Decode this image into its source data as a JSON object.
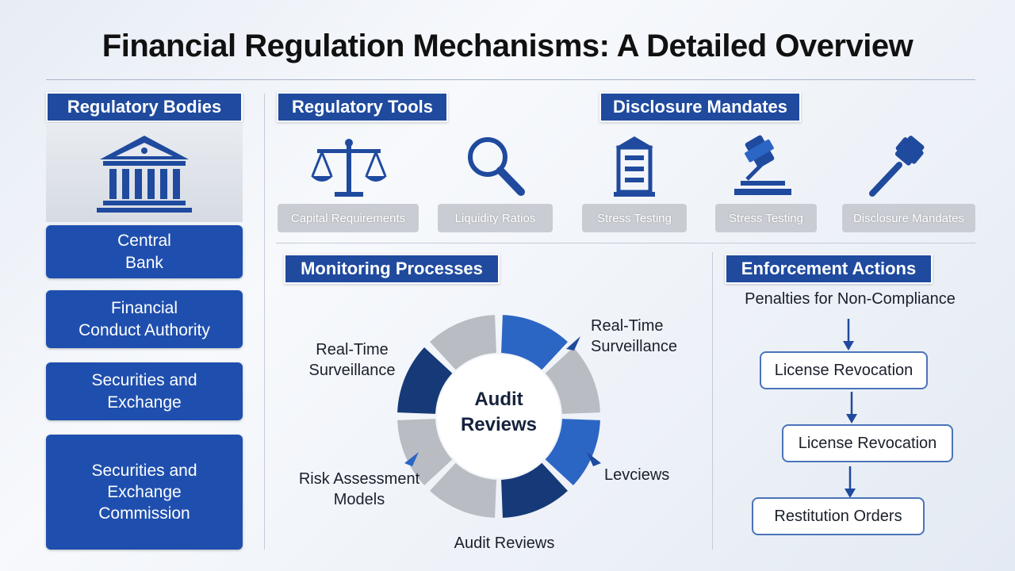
{
  "title": "Financial Regulation Mechanisms: A Detailed Overview",
  "regulatory_bodies": {
    "header": "Regulatory Bodies",
    "items": [
      "Central\nBank",
      "Financial\nConduct Authority",
      "Securities and\nExchange",
      "Securities and\nExchange\nCommission"
    ]
  },
  "regulatory_tools": {
    "header": "Regulatory Tools",
    "disclosure_header": "Disclosure Mandates",
    "items": [
      "Capital Requirements",
      "Liquidity Ratios",
      "Stress Testing",
      "Stress Testing",
      "Disclosure Mandates"
    ],
    "icons": [
      "scales-icon",
      "magnifier-icon",
      "building-icon",
      "gavel-icon",
      "gavel-icon"
    ]
  },
  "monitoring": {
    "header": "Monitoring Processes",
    "center": "Audit\nReviews",
    "labels": {
      "top_right": "Real-Time\nSurveillance",
      "left": "Real-Time\nSurveillance",
      "right": "Levciews",
      "bottom_left": "Risk Assessment\nModels",
      "bottom": "Audit Reviews"
    }
  },
  "enforcement": {
    "header": "Enforcement Actions",
    "subtitle": "Penalties for Non-Compliance",
    "steps": [
      "License Revocation",
      "License Revocation",
      "Restitution Orders"
    ]
  },
  "colors": {
    "primary": "#1f4a9e",
    "dark_navy": "#163a78",
    "mid_blue": "#2c66c4",
    "gray": "#b9bcc2"
  }
}
